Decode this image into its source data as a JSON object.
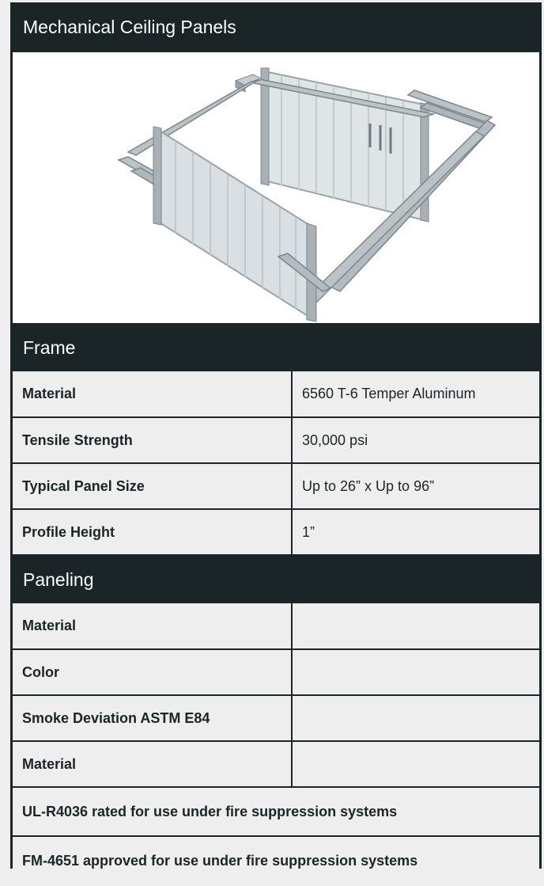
{
  "title": "Mechanical Ceiling Panels",
  "image": {
    "name": "mechanical-ceiling-panel-frame-image"
  },
  "frame": {
    "heading": "Frame",
    "rows": [
      {
        "label": "Material",
        "value": "6560 T-6 Temper Aluminum"
      },
      {
        "label": "Tensile Strength",
        "value": "30,000 psi"
      },
      {
        "label": "Typical Panel Size",
        "value": "Up to 26” x Up to 96”"
      },
      {
        "label": "Profile Height",
        "value": "1”"
      }
    ]
  },
  "paneling": {
    "heading": "Paneling",
    "rows": [
      {
        "label": "Material",
        "value": ""
      },
      {
        "label": "Color",
        "value": ""
      },
      {
        "label": "Smoke Deviation ASTM E84",
        "value": ""
      },
      {
        "label": "Material",
        "value": ""
      }
    ]
  },
  "notes": [
    "UL-R4036 rated for use under fire suppression systems",
    "FM-4651 approved for use under fire suppression systems"
  ]
}
